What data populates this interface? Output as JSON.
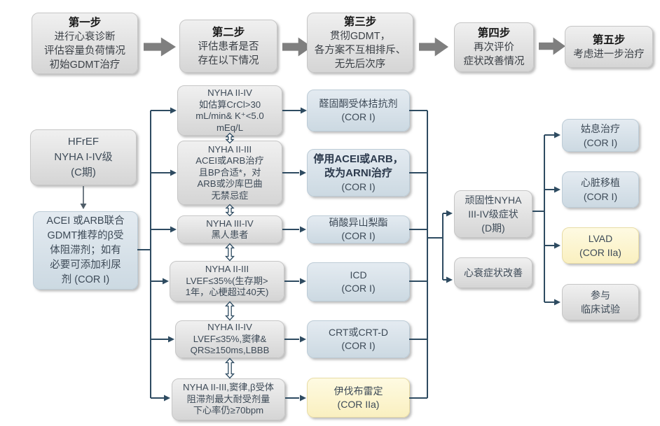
{
  "colors": {
    "line": "#2e4b61",
    "step_arrow": "#7f7f7f",
    "box_gray": "#dcdcdc",
    "box_blue": "#d3dfe8",
    "box_yellow": "#fcf3c6",
    "text": "#3d4a57"
  },
  "steps": [
    {
      "title": "第一步",
      "lines": [
        "进行心衰诊断",
        "评估容量负荷情况",
        "初始GDMT治疗"
      ]
    },
    {
      "title": "第二步",
      "lines": [
        "评估患者是否",
        "存在以下情况"
      ]
    },
    {
      "title": "第三步",
      "lines": [
        "贯彻GDMT，",
        "各方案不互相排斥、",
        "无先后次序"
      ]
    },
    {
      "title": "第四步",
      "lines": [
        "再次评价",
        "症状改善情况"
      ]
    },
    {
      "title": "第五步",
      "lines": [
        "考虑进一步治疗"
      ]
    }
  ],
  "left_column": {
    "stage_c": {
      "lines": [
        "HFrEF",
        "NYHA I-IV级",
        "(C期)"
      ]
    },
    "initial_therapy": {
      "lines": [
        "ACEI 或ARB联合",
        "GDMT推荐的β受",
        "体阻滞剂；如有",
        "必要可添加利尿",
        "剂 (COR I)"
      ]
    }
  },
  "conditions": [
    {
      "lines": [
        "NYHA II-IV",
        "如估算CrCl>30",
        "mL/min& K⁺<5.0",
        "mEq/L"
      ]
    },
    {
      "lines": [
        "NYHA II-III",
        "ACEI或ARB治疗",
        "且BP合适*，对",
        "ARB或沙库巴曲",
        "无禁忌症"
      ]
    },
    {
      "lines": [
        "NYHA III-IV",
        "黑人患者"
      ]
    },
    {
      "lines": [
        "NYHA II-III",
        "LVEF≤35%(生存期>",
        "1年，心梗超过40天)"
      ]
    },
    {
      "lines": [
        "NYHA II-IV",
        "LVEF≤35%,窦律&",
        "QRS≥150ms,LBBB"
      ]
    },
    {
      "lines": [
        "NYHA II-III,窦律,β受体",
        "阻滞剂最大耐受剂量",
        "下心率仍≥70bpm"
      ]
    }
  ],
  "treatments": [
    {
      "lines": [
        "醛固酮受体拮抗剂",
        "(COR I)"
      ]
    },
    {
      "lines": [
        "停用ACEI或ARB，",
        "改为ARNI治疗",
        "(COR I)"
      ]
    },
    {
      "lines": [
        "硝酸异山梨酯",
        "(COR I)"
      ]
    },
    {
      "lines": [
        "ICD",
        "(COR I)"
      ]
    },
    {
      "lines": [
        "CRT或CRT-D",
        "(COR I)"
      ]
    },
    {
      "lines": [
        "伊伐布雷定",
        "(COR IIa)"
      ]
    }
  ],
  "outcomes": [
    {
      "lines": [
        "顽固性NYHA",
        "III-IV级症状",
        "(D期)"
      ]
    },
    {
      "lines": [
        "心衰症状改善"
      ]
    }
  ],
  "further_options": [
    {
      "lines": [
        "姑息治疗",
        "(COR I)"
      ]
    },
    {
      "lines": [
        "心脏移植",
        "(COR I)"
      ]
    },
    {
      "lines": [
        "LVAD",
        "(COR IIa)"
      ]
    },
    {
      "lines": [
        "参与",
        "临床试验"
      ]
    }
  ]
}
